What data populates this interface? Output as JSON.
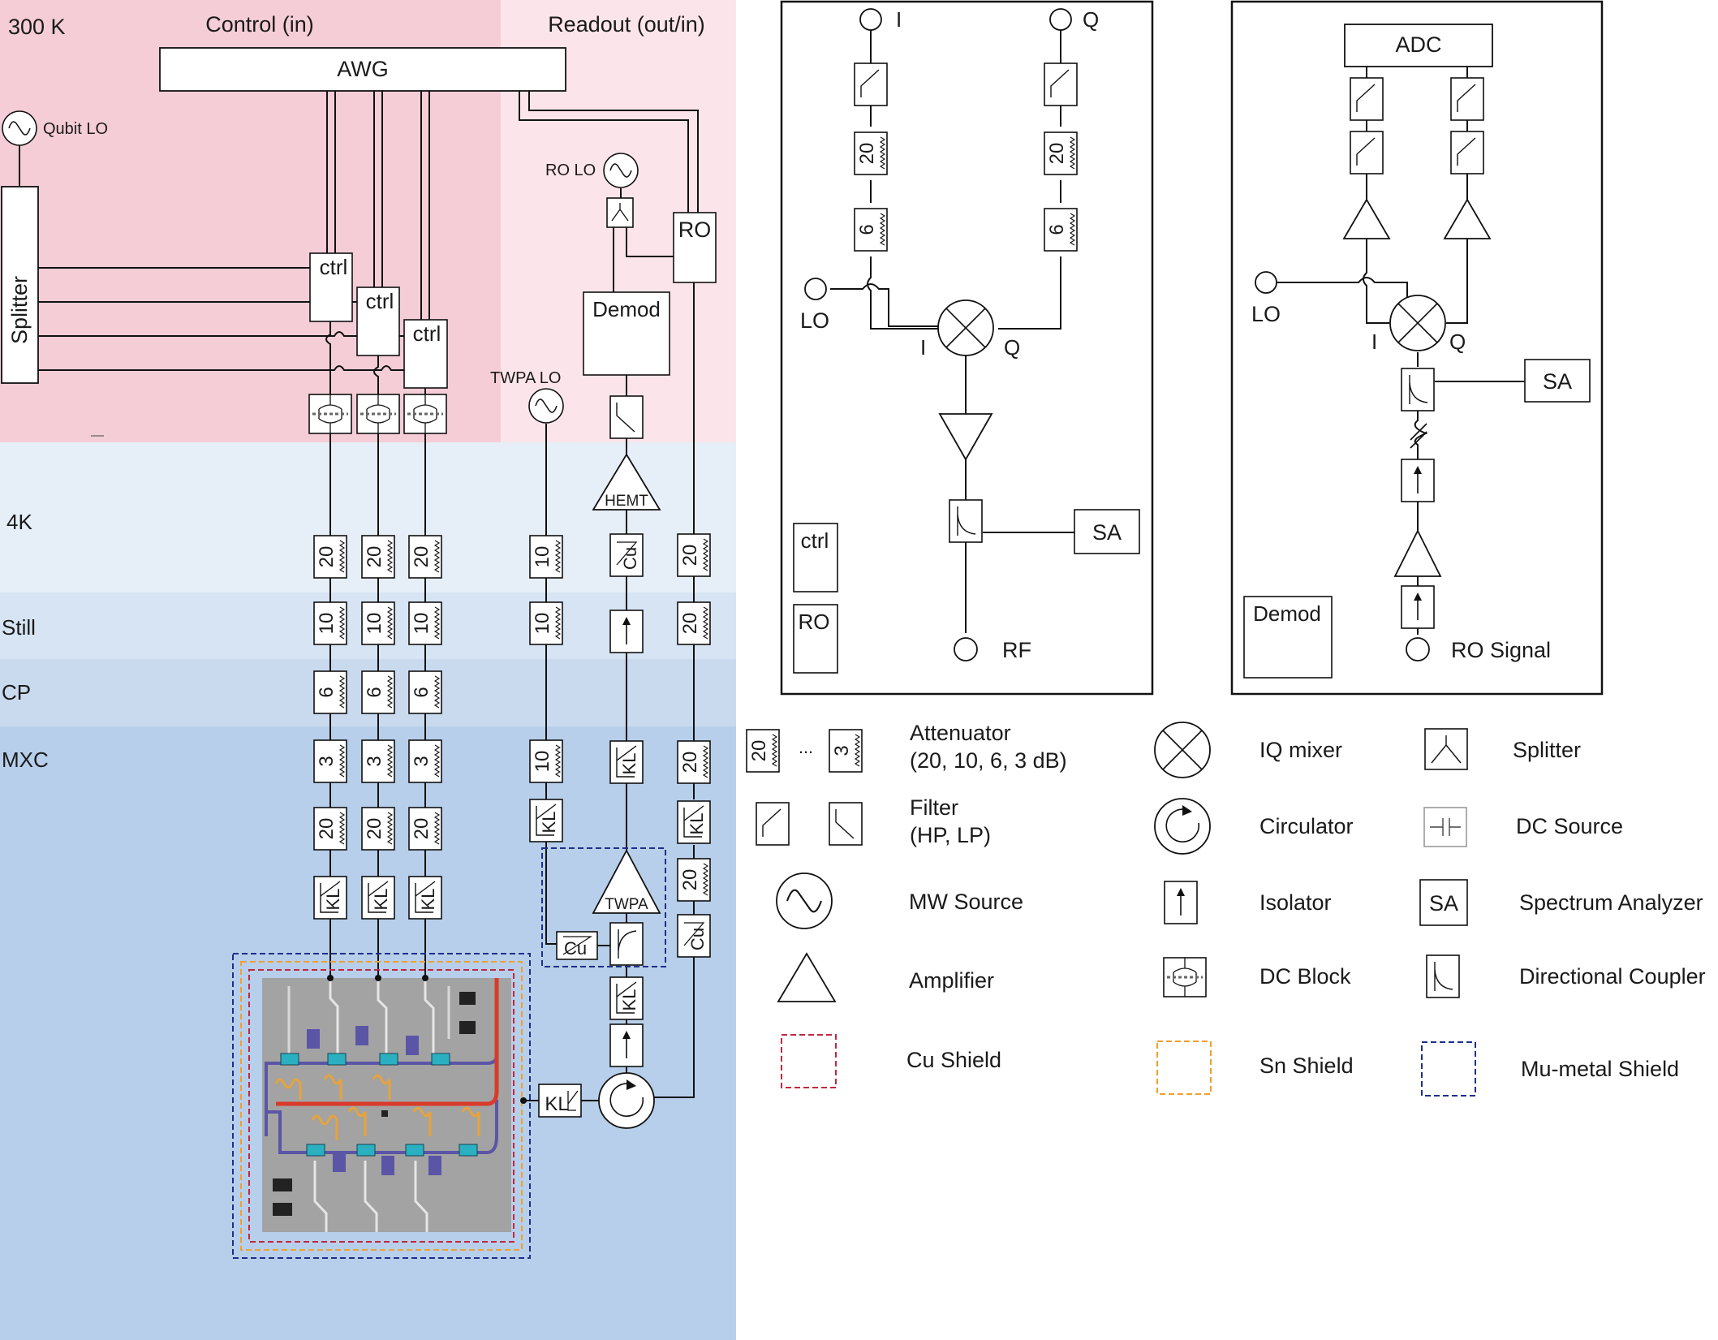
{
  "stages": {
    "room": "300 K",
    "k4": "4K",
    "still": "Still",
    "cp": "CP",
    "mxc": "MXC"
  },
  "headers": {
    "control": "Control (in)",
    "readout": "Readout (out/in)"
  },
  "labels": {
    "awg": "AWG",
    "qubit_lo": "Qubit LO",
    "splitter": "Splitter",
    "ctrl": "ctrl",
    "ro": "RO",
    "ro_lo": "RO LO",
    "demod": "Demod",
    "twpa_lo": "TWPA LO",
    "hemt": "HEMT",
    "twpa": "TWPA",
    "kl": "KL",
    "cu": "Cu"
  },
  "attenuators": {
    "a20": "20",
    "a10": "10",
    "a6": "6",
    "a3": "3"
  },
  "ctrl_box": {
    "i": "I",
    "q": "Q",
    "lo": "LO",
    "rf": "RF",
    "sa": "SA",
    "ctrl": "ctrl",
    "ro": "RO",
    "a20": "20",
    "a6": "6"
  },
  "demod_box": {
    "adc": "ADC",
    "lo": "LO",
    "i": "I",
    "q": "Q",
    "sa": "SA",
    "demod": "Demod",
    "ro_signal": "RO Signal"
  },
  "legend": {
    "att_left": "20",
    "att_dots": "...",
    "att_right": "3",
    "attenuator": "Attenuator",
    "attenuator_sub": "(20, 10, 6, 3 dB)",
    "filter": "Filter",
    "filter_sub": "(HP, LP)",
    "mw_source": "MW Source",
    "amplifier": "Amplifier",
    "cu_shield": "Cu Shield",
    "iq_mixer": "IQ mixer",
    "circulator": "Circulator",
    "isolator": "Isolator",
    "dc_block": "DC Block",
    "sn_shield": "Sn Shield",
    "splitter": "Splitter",
    "dc_source": "DC Source",
    "sa_symbol": "SA",
    "spectrum_analyzer": "Spectrum Analyzer",
    "directional_coupler": "Directional Coupler",
    "mu_shield": "Mu-metal Shield"
  },
  "colors": {
    "room_control": "#f5cdd6",
    "room_readout": "#fbe5ea",
    "k4": "#e6eef8",
    "still": "#d7e4f3",
    "cp": "#c9daef",
    "mxc": "#b7cfea",
    "cu_shield": "#c0283f",
    "sn_shield": "#f0a030",
    "mu_shield": "#1f2f8a"
  }
}
